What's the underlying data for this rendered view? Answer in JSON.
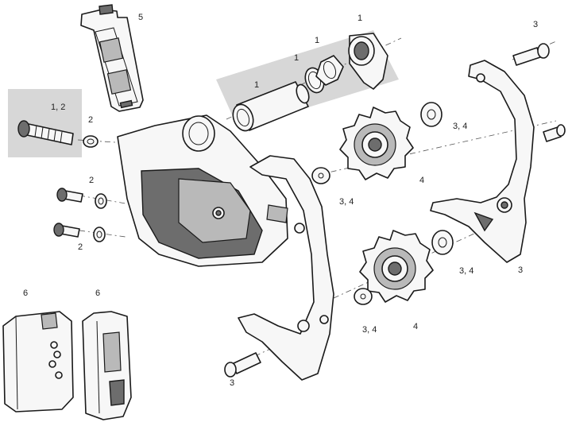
{
  "callouts": [
    {
      "text": "5"
    },
    {
      "text": "1"
    },
    {
      "text": "1"
    },
    {
      "text": "1"
    },
    {
      "text": "1"
    },
    {
      "text": "3"
    },
    {
      "text": "1, 2"
    },
    {
      "text": "2"
    },
    {
      "text": "3, 4"
    },
    {
      "text": "2"
    },
    {
      "text": "4"
    },
    {
      "text": "3, 4"
    },
    {
      "text": "2"
    },
    {
      "text": "3"
    },
    {
      "text": "3, 4"
    },
    {
      "text": "6"
    },
    {
      "text": "6"
    },
    {
      "text": "3, 4"
    },
    {
      "text": "4"
    },
    {
      "text": "3"
    }
  ]
}
